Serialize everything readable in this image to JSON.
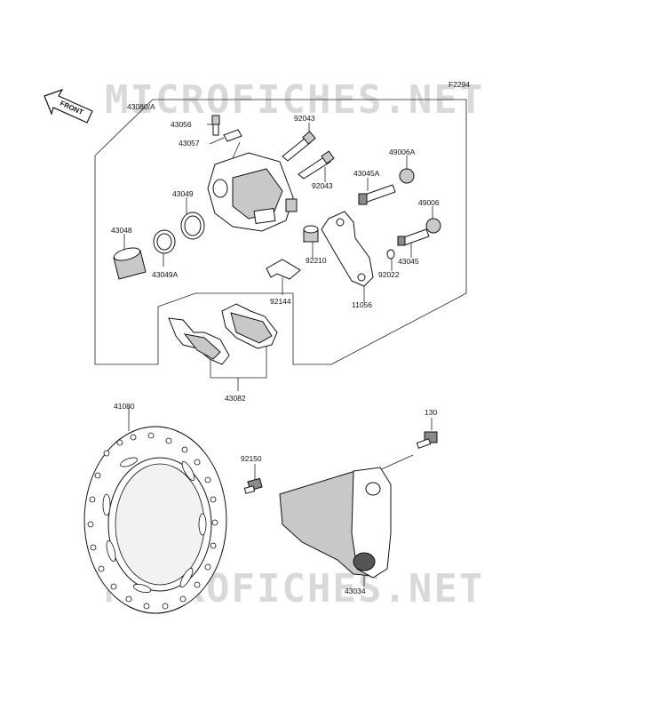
{
  "figure_code": "F2294",
  "front_arrow": "FRONT",
  "watermark": "MICROFICHES.NET",
  "labels": {
    "l43080A": "43080/A",
    "l43056": "43056",
    "l43057": "43057",
    "l92043a": "92043",
    "l92043b": "92043",
    "l49006A": "49006A",
    "l43045A": "43045A",
    "l43049": "43049",
    "l49006": "49006",
    "l43048": "43048",
    "l92210": "92210",
    "l43045": "43045",
    "l43049A": "43049A",
    "l92022": "92022",
    "l92144": "92144",
    "l11056": "11056",
    "l43082": "43082",
    "l41080": "41080",
    "l130": "130",
    "l92150": "92150",
    "l43034": "43034"
  }
}
